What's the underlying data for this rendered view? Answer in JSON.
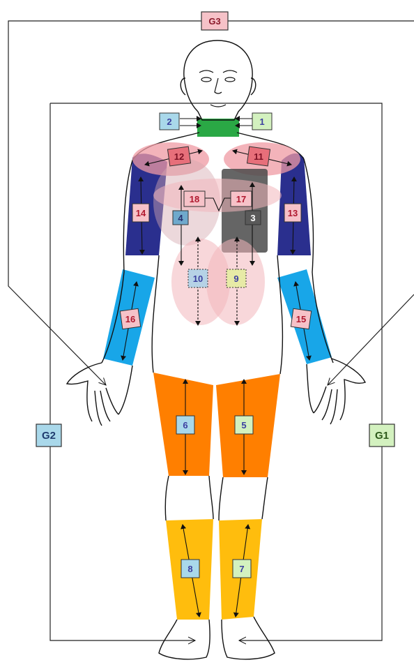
{
  "diagram": {
    "ground_labels": [
      {
        "id": "g3",
        "text": "G3",
        "fill": "#f6c2c8",
        "color": "#8b1a2b"
      },
      {
        "id": "g2",
        "text": "G2",
        "fill": "#a9d8ea",
        "color": "#1f3b6e"
      },
      {
        "id": "g1",
        "text": "G1",
        "fill": "#d3f1bf",
        "color": "#2d5a1b"
      }
    ],
    "channels": [
      {
        "text": "1",
        "fill": "#d3f1bf",
        "color": "#3c3fa0"
      },
      {
        "text": "2",
        "fill": "#a9d8ea",
        "color": "#3c3fa0"
      },
      {
        "text": "3",
        "fill": "#5a5a5a",
        "color": "#ffffff"
      },
      {
        "text": "4",
        "fill": "#6fa9cc",
        "color": "#27306e"
      },
      {
        "text": "5",
        "fill": "#d3f1bf",
        "color": "#3c3fa0"
      },
      {
        "text": "6",
        "fill": "#a9d8ea",
        "color": "#3c3fa0"
      },
      {
        "text": "7",
        "fill": "#d3f1bf",
        "color": "#3c3fa0"
      },
      {
        "text": "8",
        "fill": "#a9d8ea",
        "color": "#3c3fa0"
      },
      {
        "text": "9",
        "fill": "#e7eaa6",
        "color": "#3c3fa0"
      },
      {
        "text": "10",
        "fill": "#b6d2e6",
        "color": "#3c3fa0"
      },
      {
        "text": "11",
        "fill": "#e76f7a",
        "color": "#7a0f22"
      },
      {
        "text": "12",
        "fill": "#e76f7a",
        "color": "#7a0f22"
      },
      {
        "text": "13",
        "fill": "#f6c2c8",
        "color": "#b0182e"
      },
      {
        "text": "14",
        "fill": "#f6c2c8",
        "color": "#b0182e"
      },
      {
        "text": "15",
        "fill": "#f6c2c8",
        "color": "#b0182e"
      },
      {
        "text": "16",
        "fill": "#f6c2c8",
        "color": "#b0182e"
      },
      {
        "text": "17",
        "fill": "#f6c2c8",
        "color": "#b0182e"
      },
      {
        "text": "18",
        "fill": "#f6c2c8",
        "color": "#b0182e"
      }
    ],
    "region_colors": {
      "neck": "#2aa845",
      "upper_arm": "#2a2f8e",
      "forearm": "#18a6e8",
      "thigh": "#ff7f00",
      "shank": "#ffbd0d",
      "pectoral": "#ef9aa3",
      "abdomen": "#f3b6bb",
      "dark_panel": "#4a4a4a"
    }
  }
}
